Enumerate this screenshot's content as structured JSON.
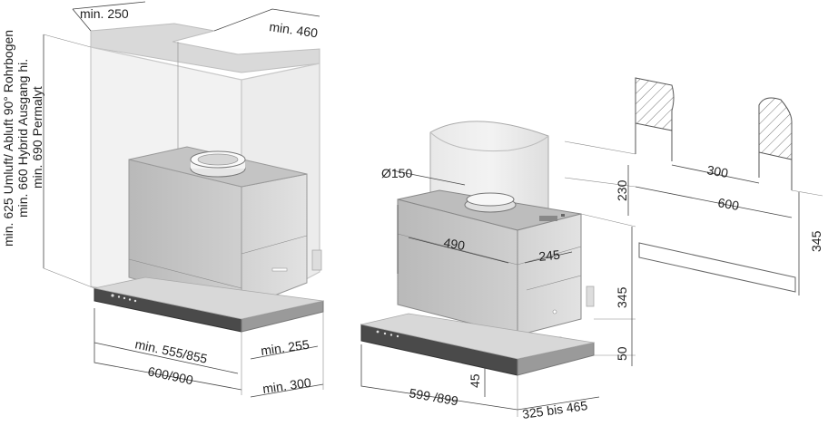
{
  "figure": {
    "left_cabinet": {
      "top_depth": "min. 250",
      "top_width": "min. 460",
      "width_inner": "min. 555/855",
      "width_outer": "600/900",
      "depth_bottom": "min. 255",
      "depth_outer": "min. 300",
      "height_notes": [
        "min. 625 Umluft/ Abluft 90° Rohrbogen",
        "min. 660 Hybrid Ausgang hi.",
        "min. 690 Permalyt"
      ]
    },
    "hood": {
      "duct_diameter": "Ø150",
      "body_depth": "490",
      "body_width": "245",
      "body_height": "345",
      "front_height": "50",
      "front_thickness": "45",
      "width": "599 /899",
      "extension": "325 bis 465"
    },
    "wall_section": {
      "inner_gap": "300",
      "outer_width": "600",
      "height_top": "230",
      "height_right": "345"
    }
  }
}
